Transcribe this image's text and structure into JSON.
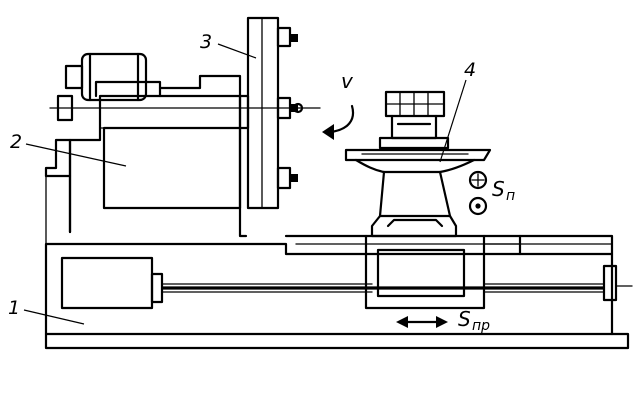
{
  "diagram": {
    "callouts": [
      {
        "id": "1",
        "label": "1"
      },
      {
        "id": "2",
        "label": "2"
      },
      {
        "id": "3",
        "label": "3"
      },
      {
        "id": "4",
        "label": "4"
      }
    ],
    "velocity": {
      "symbol": "v"
    },
    "feed_cross": {
      "symbol": "S",
      "subscript": "п"
    },
    "feed_longitudinal": {
      "symbol": "S",
      "subscript": "пр"
    }
  }
}
